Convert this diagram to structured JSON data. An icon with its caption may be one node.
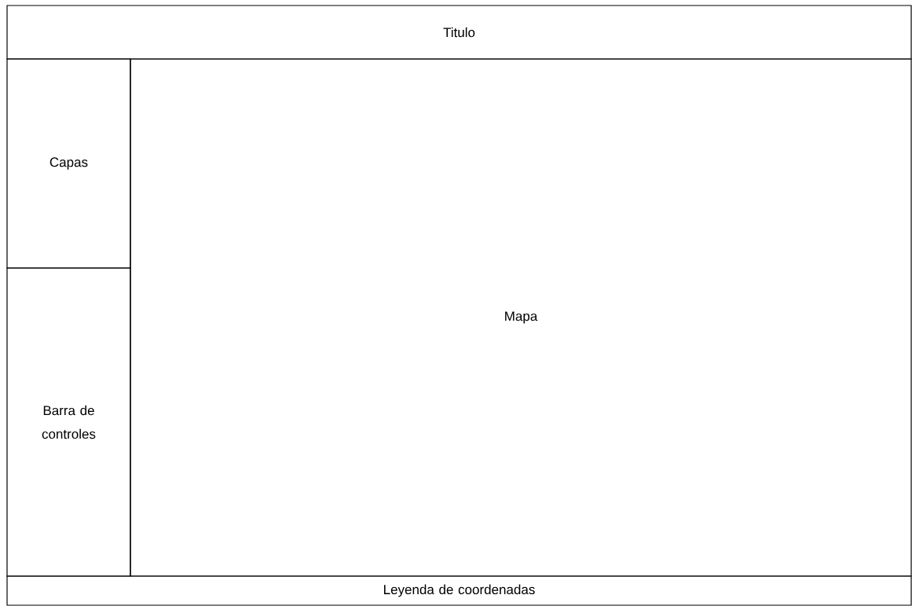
{
  "diagram": {
    "nodes": [
      {
        "text": [
          "Titulo"
        ]
      },
      {
        "text": [
          "Capas"
        ]
      },
      {
        "text": [
          "Barra de controles"
        ]
      },
      {
        "text": [
          "Mapa"
        ]
      },
      {
        "text": [
          "Leyenda de coordenadas"
        ]
      }
    ]
  }
}
